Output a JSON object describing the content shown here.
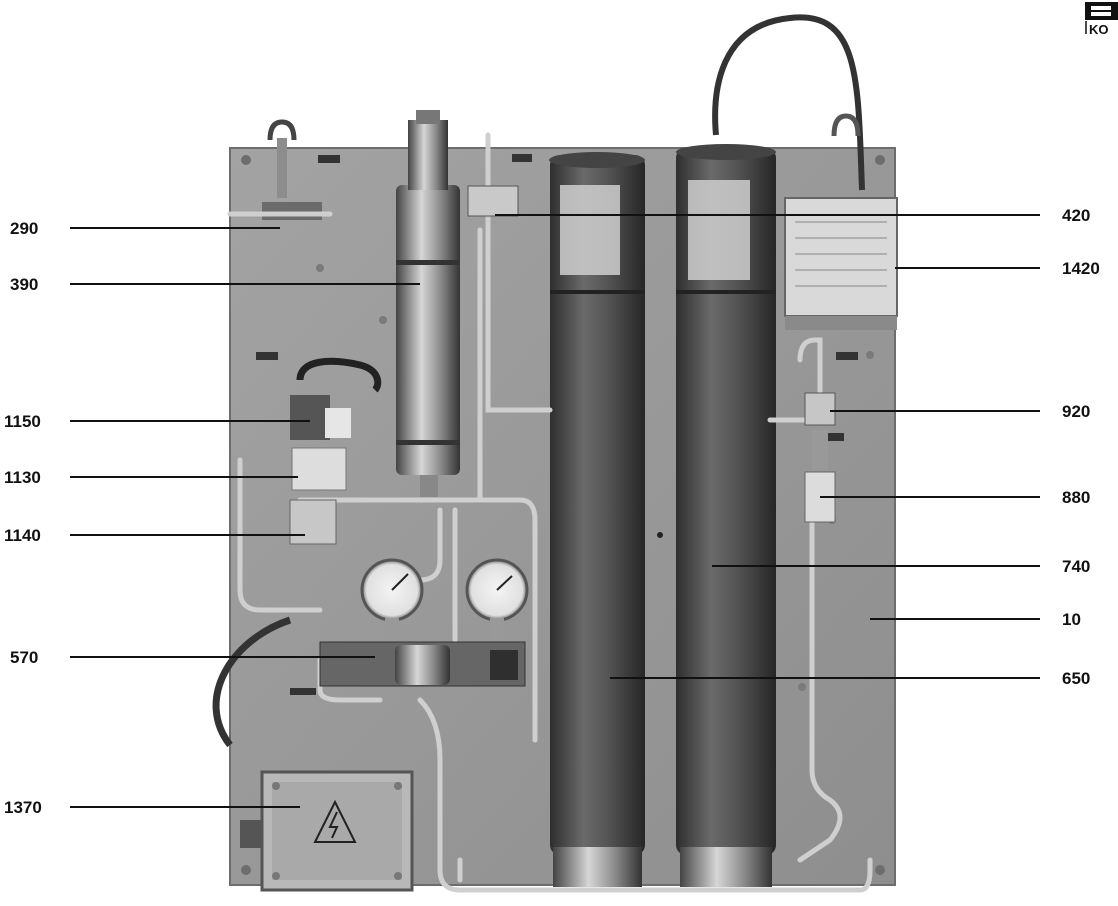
{
  "logo": {
    "text": "KO"
  },
  "callouts": {
    "left": [
      {
        "label": "290"
      },
      {
        "label": "390"
      },
      {
        "label": "1150"
      },
      {
        "label": "1130"
      },
      {
        "label": "1140"
      },
      {
        "label": "570"
      },
      {
        "label": "1370"
      }
    ],
    "right": [
      {
        "label": "420"
      },
      {
        "label": "1420"
      },
      {
        "label": "920"
      },
      {
        "label": "880"
      },
      {
        "label": "740"
      },
      {
        "label": "10"
      },
      {
        "label": "650"
      }
    ]
  },
  "colors": {
    "panel": "#9a9a9a",
    "cylinder": "#5a5a5a",
    "steel": "#b9b9b9",
    "pipe": "#cfcfcf",
    "ink": "#111111"
  }
}
